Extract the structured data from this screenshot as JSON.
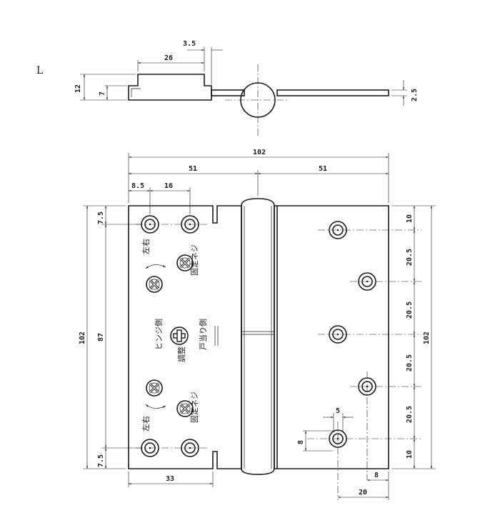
{
  "view_label": "L",
  "side_view": {
    "dims": [
      "3.5",
      "26",
      "12",
      "7",
      "2.5"
    ]
  },
  "front_view": {
    "dims": {
      "overall_width": "102",
      "half_left": "51",
      "half_right": "51",
      "edge_to_hole": "8.5",
      "hole_pitch": "16",
      "top_edge": "7.5",
      "bottom_edge": "7.5",
      "hole_span": "87",
      "overall_height": "102",
      "leaf_width": "33",
      "r_top": "10",
      "r_p1": "20.5",
      "r_p2": "20.5",
      "r_p3": "20.5",
      "r_p4": "20.5",
      "r_bottom": "10",
      "r_height": "102",
      "hole_dia": "5",
      "hole_h": "8",
      "r_offset1": "8",
      "r_offset2": "20"
    },
    "labels": {
      "left_right_top": "左右",
      "left_right_bottom": "左右",
      "lock_screw_top": "固定ネジ",
      "lock_screw_bottom": "固定ネジ",
      "hinge_side": "ヒンジ側",
      "door_stop_side": "戸当り側",
      "adjust": "調整"
    }
  }
}
